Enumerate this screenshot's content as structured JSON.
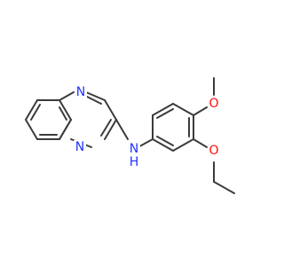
{
  "colors": {
    "background": "#ffffff",
    "bond": "#3b3b3b",
    "nitrogen": "#2233ff",
    "oxygen": "#ff0d0d"
  },
  "labels": {
    "n_ring_top": "N",
    "n_ring_bottom": "N",
    "nh_n": "N",
    "nh_h": "H",
    "o_methoxy": "O",
    "o_ethoxy": "O"
  }
}
